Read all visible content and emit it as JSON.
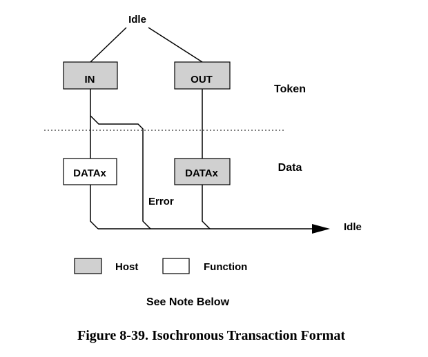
{
  "diagram": {
    "idle_top": "Idle",
    "idle_right": "Idle",
    "token_phase": "Token",
    "data_phase": "Data",
    "in_packet": "IN",
    "out_packet": "OUT",
    "in_data_packet": "DATAx",
    "out_data_packet": "DATAx",
    "error_label": "Error",
    "note": "See Note Below"
  },
  "legend": {
    "host": "Host",
    "function": "Function"
  },
  "caption": "Figure 8-39.  Isochronous Transaction Format",
  "colors": {
    "host_fill": "#d0d0d0",
    "function_fill": "#ffffff",
    "line": "#000000"
  }
}
